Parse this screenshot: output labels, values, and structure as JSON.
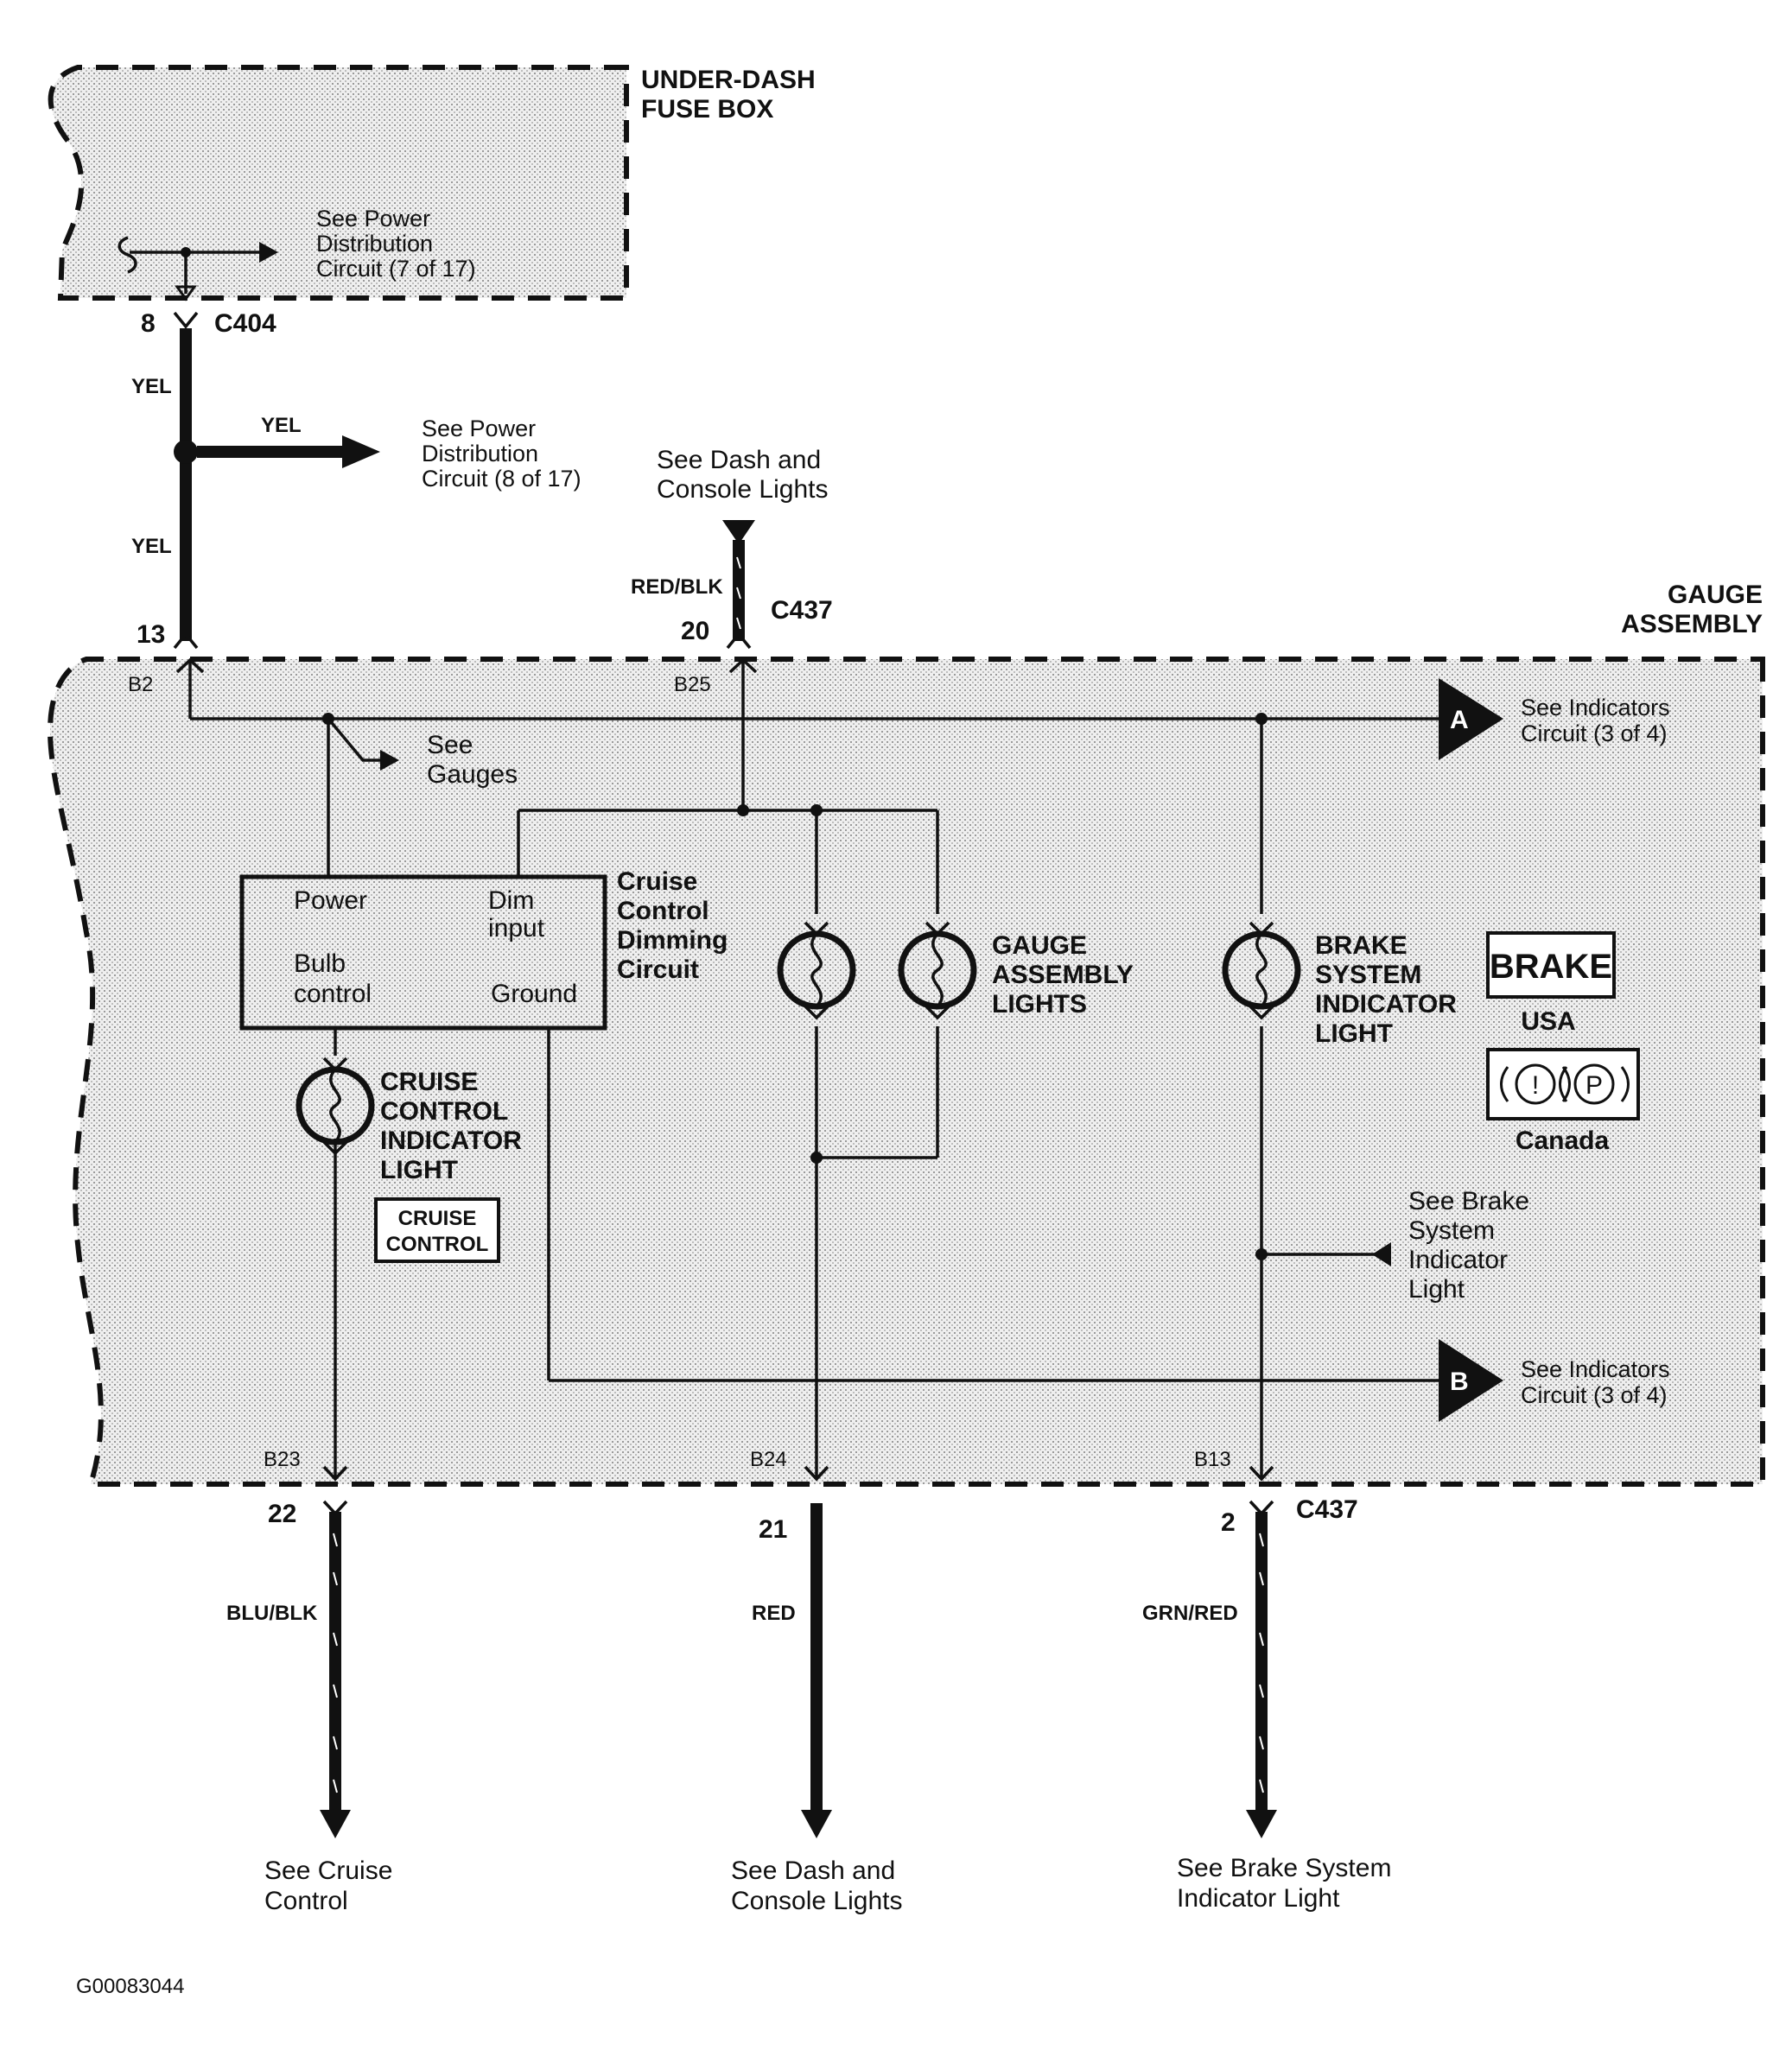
{
  "diagram": {
    "fuse_box": {
      "title_line1": "UNDER-DASH",
      "title_line2": "FUSE BOX",
      "note": [
        "See Power",
        "Distribution",
        "Circuit (7 of 17)"
      ]
    },
    "c404": {
      "pin": "8",
      "connector": "C404",
      "wire_top": "YEL",
      "wire_branch": "YEL",
      "wire_bottom": "YEL",
      "branch_note": [
        "See Power",
        "Distribution",
        "Circuit (8 of 17)"
      ]
    },
    "gauge_assembly": {
      "title_line1": "GAUGE",
      "title_line2": "ASSEMBLY"
    },
    "top_pins": {
      "pin13": "13",
      "pin20": "20",
      "connector": "C437",
      "wire20": "RED/BLK",
      "note20": [
        "See Dash and",
        "Console Lights"
      ],
      "b2": "B2",
      "b25": "B25"
    },
    "see_gauges": [
      "See",
      "Gauges"
    ],
    "indicators_a": {
      "letter": "A",
      "note": [
        "See Indicators",
        "Circuit (3 of 4)"
      ]
    },
    "indicators_b": {
      "letter": "B",
      "note": [
        "See Indicators",
        "Circuit (3 of 4)"
      ]
    },
    "cruise_module": {
      "power": "Power",
      "dim": [
        "Dim",
        "input"
      ],
      "bulb": [
        "Bulb",
        "control"
      ],
      "ground": "Ground",
      "label": [
        "Cruise",
        "Control",
        "Dimming",
        "Circuit"
      ]
    },
    "cruise_light": {
      "label": [
        "CRUISE",
        "CONTROL",
        "INDICATOR",
        "LIGHT"
      ],
      "badge": [
        "CRUISE",
        "CONTROL"
      ]
    },
    "gauge_lights": {
      "label": [
        "GAUGE",
        "ASSEMBLY",
        "LIGHTS"
      ]
    },
    "brake_light": {
      "label": [
        "BRAKE",
        "SYSTEM",
        "INDICATOR",
        "LIGHT"
      ],
      "usa_badge": "BRAKE",
      "usa": "USA",
      "canada_badge_left": "!",
      "canada_badge_right": "P",
      "canada": "Canada"
    },
    "brake_note": [
      "See Brake",
      "System",
      "Indicator",
      "Light"
    ],
    "bottom": {
      "b23": "B23",
      "b24": "B24",
      "b13": "B13",
      "connector": "C437",
      "pin22": "22",
      "pin21": "21",
      "pin2": "2",
      "wire22": "BLU/BLK",
      "wire21": "RED",
      "wire2": "GRN/RED",
      "dest22": [
        "See Cruise",
        "Control"
      ],
      "dest21": [
        "See Dash and",
        "Console Lights"
      ],
      "dest2": [
        "See Brake System",
        "Indicator Light"
      ]
    },
    "figure_id": "G00083044"
  }
}
